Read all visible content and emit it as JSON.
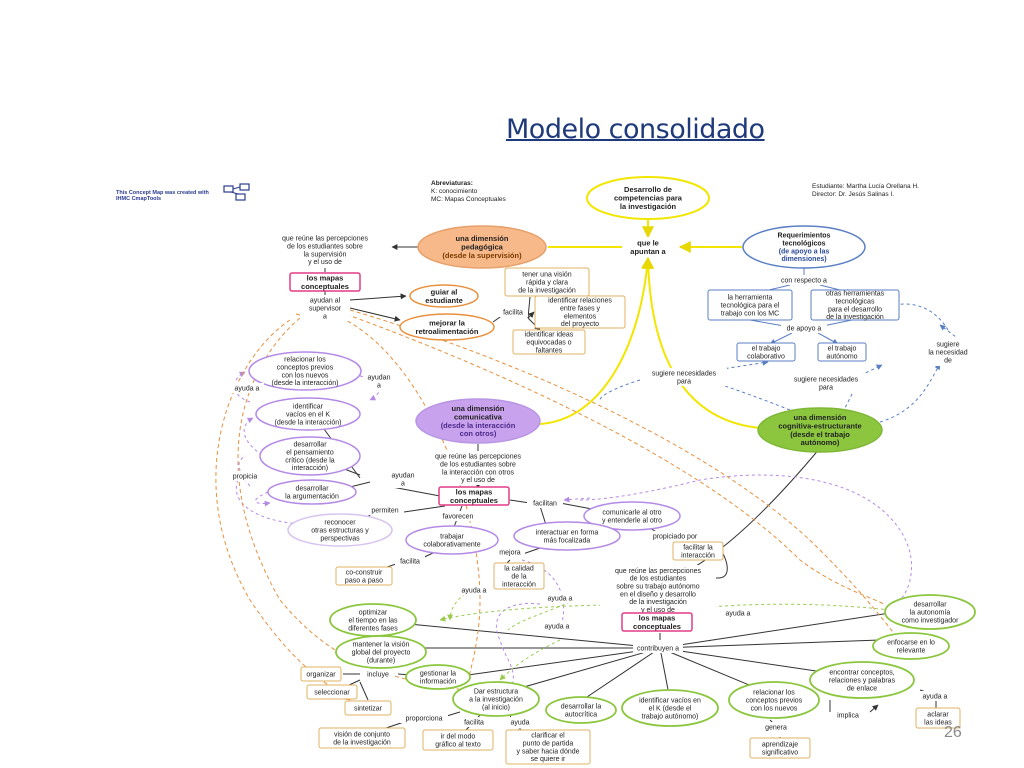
{
  "slide": {
    "title": "Modelo consolidado",
    "page_number": "26"
  },
  "credit": {
    "line1": "This Concept Map was created with",
    "line2": "IHMC CmapTools"
  },
  "header": {
    "abbreviations": [
      "Abreviaturas:",
      "K: conocimiento",
      "MC: Mapas Conceptuales"
    ],
    "students": [
      "Estudiante: Martha Lucía Orellana H.",
      "Director: Dr. Jesús Salinas I."
    ]
  },
  "nodes": {
    "desarrollo": [
      "Desarrollo de",
      "competencias para",
      "la investigación"
    ],
    "que_apuntan": [
      "que le",
      "apuntan a"
    ],
    "pedagogica": [
      "una dimensión",
      "pedagógica",
      "(desde la supervisión)"
    ],
    "requerimientos": [
      "Requerimientos",
      "tecnológicos",
      "(de apoyo a las",
      "dimensiones)"
    ],
    "con_respecto": [
      "con respecto a"
    ],
    "herramienta": [
      "la herramienta",
      "tecnológica para el",
      "trabajo con los MC"
    ],
    "otras_herramientas": [
      "otras herramientas",
      "tecnológicas",
      "para el desarrollo",
      "de la investigación"
    ],
    "de_apoyo": [
      "de apoyo a"
    ],
    "colaborativo": [
      "el trabajo",
      "colaborativo"
    ],
    "autonomo": [
      "el trabajo",
      "autónomo"
    ],
    "sugiere": [
      "sugiere",
      "la necesidad",
      "de"
    ],
    "sug_nec1": [
      "sugiere necesidades",
      "para"
    ],
    "sug_nec2": [
      "sugiere necesidades",
      "para"
    ],
    "reune_sup": [
      "que reúne las percepciones",
      "de los estudiantes sobre",
      "la supervisión",
      "y el uso de"
    ],
    "mc1": [
      "los mapas",
      "conceptuales"
    ],
    "ayudan_sup": [
      "ayudan al",
      "supervisor",
      "a"
    ],
    "guiar": [
      "guiar al",
      "estudiante"
    ],
    "mejorar": [
      "mejorar la",
      "retroalimentación"
    ],
    "vision_rapida": [
      "tener una visión",
      "rápida y clara",
      "de la investigación"
    ],
    "facilita1": [
      "facilita"
    ],
    "identificar_rel": [
      "identificar relaciones",
      "entre fases y",
      "elementos",
      "del proyecto"
    ],
    "identificar_ideas": [
      "identificar ideas",
      "equivocadas o",
      "faltantes"
    ],
    "relacionar1": [
      "relacionar los",
      "conceptos previos",
      "con los nuevos",
      "(desde la interacción)"
    ],
    "ayuda_a1": [
      "ayuda a"
    ],
    "ayudan_a1": [
      "ayudan",
      "a"
    ],
    "identificar_k": [
      "identificar",
      "vacíos en el K",
      "(desde la interacción)"
    ],
    "propicia": [
      "propicia"
    ],
    "pensamiento": [
      "desarrollar",
      "el pensamiento",
      "crítico (desde la",
      "interacción)"
    ],
    "argumentacion": [
      "desarrollar",
      "la argumentación"
    ],
    "reconocer": [
      "reconocer",
      "otras estructuras y",
      "perspectivas"
    ],
    "comunicativa": [
      "una dimensión",
      "comunicativa",
      "(desde la interacción",
      "con otros)"
    ],
    "reune_int": [
      "que reúne las percepciones",
      "de los estudiantes sobre",
      "la interacción con otros",
      "y el uso de"
    ],
    "ayudan_a2": [
      "ayudan",
      "a"
    ],
    "mc2": [
      "los mapas",
      "conceptuales"
    ],
    "permiten": [
      "permiten"
    ],
    "favorecen": [
      "favorecen"
    ],
    "facilitan": [
      "facilitan"
    ],
    "comunicarle": [
      "comunicarle al otro",
      "y entenderle al otro"
    ],
    "propiciado": [
      "propiciado por"
    ],
    "facilitar_int": [
      "facilitar la",
      "interacción"
    ],
    "trabajar_colab": [
      "trabajar",
      "colaborativamente"
    ],
    "interactuar": [
      "interactuar en forma",
      "más focalizada"
    ],
    "mejora": [
      "mejora"
    ],
    "facilita2": [
      "facilita"
    ],
    "co_construir": [
      "co-construir",
      "paso a paso"
    ],
    "calidad": [
      "la calidad",
      "de la",
      "interacción"
    ],
    "cognitiva": [
      "una dimensión",
      "cognitiva-estructurante",
      "(desde el trabajo",
      "autónomo)"
    ],
    "reune_aut": [
      "que reúne las percepciones",
      "de los estudiantes",
      "sobre su trabajo autónomo",
      "en el diseño y desarrollo",
      "de la investigación",
      "y el uso de"
    ],
    "mc3": [
      "los mapas",
      "conceptuales"
    ],
    "contribuyen": [
      "contribuyen a"
    ],
    "ayuda_a2": [
      "ayuda a"
    ],
    "ayuda_a3": [
      "ayuda a"
    ],
    "ayuda_a4": [
      "ayuda a"
    ],
    "ayuda_a5": [
      "ayuda a"
    ],
    "ayuda_a6": [
      "ayuda a"
    ],
    "optimizar": [
      "optimizar",
      "el tiempo en las",
      "diferentes fases"
    ],
    "mantener": [
      "mantener la visión",
      "global del proyecto",
      "(durante)"
    ],
    "gestionar": [
      "gestionar la",
      "información"
    ],
    "incluye": [
      "incluye"
    ],
    "organizar": [
      "organizar"
    ],
    "seleccionar": [
      "seleccionar"
    ],
    "sintetizar": [
      "sintetizar"
    ],
    "dar_estructura": [
      "Dar estructura",
      "a la investigación",
      "(al inicio)"
    ],
    "proporciona": [
      "proporciona"
    ],
    "facilita3": [
      "facilita"
    ],
    "ayuda_small": [
      "ayuda",
      "a"
    ],
    "vision_conjunto": [
      "visión de conjunto",
      "de la investigación"
    ],
    "ir_modo": [
      "ir del modo",
      "gráfico al texto"
    ],
    "clarificar": [
      "clarificar el",
      "punto de partida",
      "y saber hacia dónde",
      "se quiere ir"
    ],
    "autocritica": [
      "desarrollar la",
      "autocrítica"
    ],
    "identificar_aut": [
      "identificar vacíos en",
      "el K (desde el",
      "trabajo autónomo)"
    ],
    "relacionar_aut": [
      "relacionar los",
      "conceptos previos",
      "con los nuevos"
    ],
    "genera": [
      "genera"
    ],
    "aprendizaje": [
      "aprendizaje",
      "significativo"
    ],
    "encontrar": [
      "encontrar conceptos,",
      "relaciones y palabras",
      "de enlace"
    ],
    "implica": [
      "implica"
    ],
    "aclarar": [
      "aclarar",
      "las ideas"
    ],
    "enfocarse": [
      "enfocarse en lo",
      "relevante"
    ],
    "autonomia": [
      "desarrollar",
      "la autonomía",
      "como investigador"
    ]
  },
  "colors": {
    "title": "#1f3a7a",
    "yellow": "#f2e600",
    "orange_fill": "#f7b98a",
    "orange_line": "#e8903e",
    "pink": "#e23d85",
    "blue": "#5a7fc4",
    "purple_fill": "#c9a2ee",
    "purple_line": "#b48ae6",
    "green_fill": "#8cc63f",
    "green_line": "#8cc63f",
    "gray_line": "#333333"
  }
}
